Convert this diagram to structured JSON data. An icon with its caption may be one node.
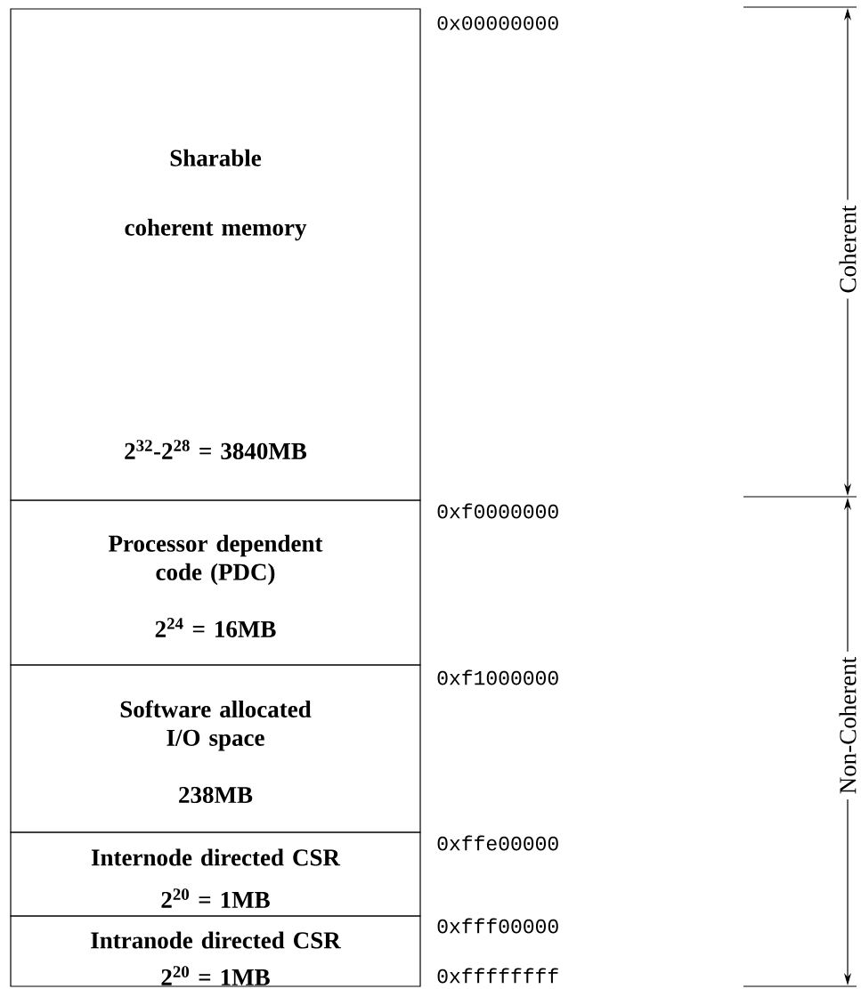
{
  "diagram": {
    "nodes": [
      {
        "text": [
          "Sharable coherent memory",
          "2$^{32}$-2$^{28}$ = 3840MB"
        ]
      },
      {
        "text": [
          "Processor dependent code (PDC)",
          "2$^{24}$ = 16MB"
        ]
      },
      {
        "text": [
          "Software allocated I/O space",
          "238MB"
        ]
      },
      {
        "text": [
          "Internode directed CSR",
          "2$^{20}$ = 1MB"
        ]
      },
      {
        "text": [
          "Intranode directed CSR",
          "2$^{20}$ = 1MB"
        ]
      }
    ],
    "labels": [
      "0x00000000",
      "Coherent",
      "0xf0000000",
      "0xf1000000",
      "Non-Coherent",
      "0xffe00000",
      "0xfff00000",
      "0xffffffff"
    ]
  }
}
